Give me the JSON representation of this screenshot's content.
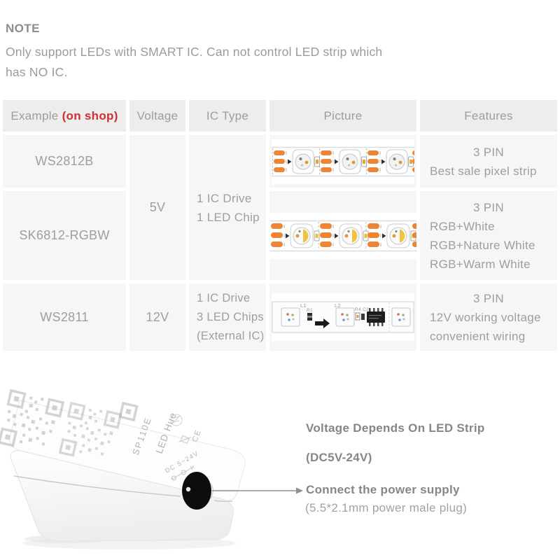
{
  "note": {
    "title": "NOTE",
    "line1": "Only support LEDs with SMART IC. Can not control LED strip which",
    "line2": "has NO IC."
  },
  "table": {
    "header": {
      "example": "Example",
      "on_shop": "(on shop)",
      "voltage": "Voltage",
      "ic_type": "IC Type",
      "picture": "Picture",
      "features": "Features"
    },
    "merged": {
      "voltage": "5V",
      "ic1": "1 IC Drive",
      "ic2": "1 LED Chip"
    },
    "r1": {
      "model": "WS2812B",
      "f1": "3 PIN",
      "f2": "Best sale pixel strip"
    },
    "r2": {
      "model": "SK6812-RGBW",
      "f1": "3 PIN",
      "f2": "RGB+White",
      "f3": "RGB+Nature White",
      "f4": "RGB+Warm White"
    },
    "r3": {
      "model": "WS2811",
      "voltage": "12V",
      "ic1": "1 IC Drive",
      "ic2": "3 LED Chips",
      "ic3": "(External IC)",
      "f1": "3 PIN",
      "f2": "12V working voltage",
      "f3": "convenient wiring"
    }
  },
  "pictures": {
    "ws2811": {
      "l1": "L1",
      "l2": "L2",
      "r1": "R1",
      "r4c2": "R4 C2"
    }
  },
  "device": {
    "model_print": "SP110E",
    "brand_print": "LED Hue",
    "ce_print": "CE",
    "dc_print": "DC 5~24V"
  },
  "annotations": {
    "voltage_title": "Voltage Depends On LED Strip",
    "voltage_sub": "(DC5V-24V)",
    "power_title": "Connect the power supply",
    "power_sub": "(5.5*2.1mm power male plug)"
  },
  "colors": {
    "accent_red": "#d22f2f",
    "pad_orange": "#ee8434",
    "header_bg": "#ededed",
    "cell_bg": "#f6f6f6",
    "text_gray": "#9e9e9e",
    "bold_text_gray": "#868686"
  }
}
